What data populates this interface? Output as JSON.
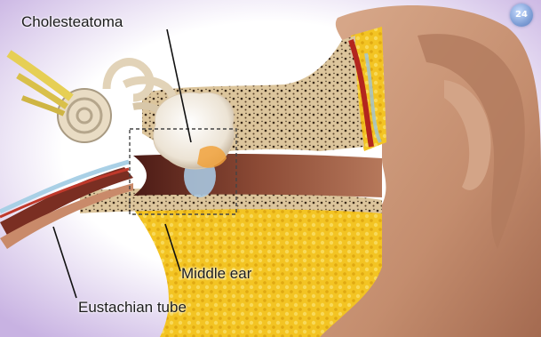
{
  "labels": {
    "cholesteatoma": "Cholesteatoma",
    "middle_ear": "Middle ear",
    "eustachian_tube": "Eustachian tube"
  },
  "badge": {
    "text": "24",
    "icon": "watermark-badge-icon"
  },
  "colors": {
    "background_lavender": "#c8b2e2",
    "skin": "#c9977a",
    "bone": "#d9c39a",
    "fat": "#f2c21e",
    "cholesteatoma": "#f4efe6",
    "canal_dark": "#7a2e22",
    "eardrum": "#a8c6e0"
  }
}
